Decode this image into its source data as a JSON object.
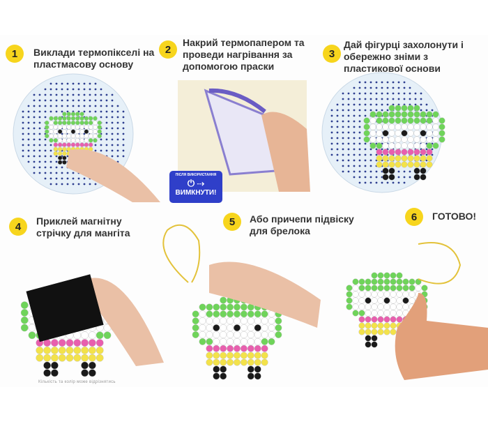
{
  "steps": [
    {
      "number": "1",
      "text": "Виклади термопікселі на пластмасову основу"
    },
    {
      "number": "2",
      "text": "Накрий термопапером та проведи нагрівання за допомогою праски"
    },
    {
      "number": "3",
      "text": "Дай фігурці захолонути і обережно зніми з пластикової основи"
    },
    {
      "number": "4",
      "text": "Приклей магнітну стрічку для мангіта"
    },
    {
      "number": "5",
      "text": "Або причепи підвіску для брелока"
    },
    {
      "number": "6",
      "text": "ГОТОВО!"
    }
  ],
  "warning_sign": {
    "top": "ПІСЛЯ ВИКОРИСТАННЯ",
    "icon": "unplug-icon",
    "bottom": "ВИМКНУТИ!"
  },
  "footnote": "Кількість та колір може відрізнятись",
  "colors": {
    "badge": "#f7d51d",
    "sign": "#2f3fc9",
    "green": "#6fd45a",
    "white_bead": "#ffffff",
    "black_bead": "#1a1a1a",
    "pink": "#e85fae",
    "yellow": "#f3e24a",
    "blue": "#5ab7e8"
  }
}
